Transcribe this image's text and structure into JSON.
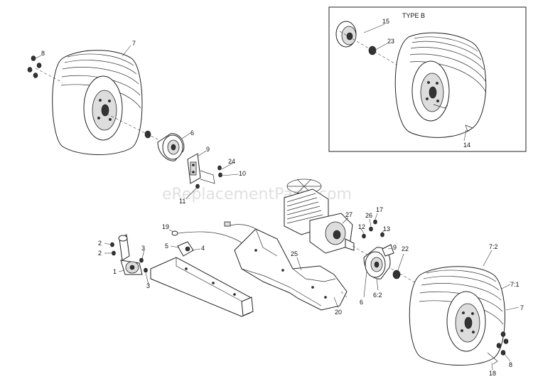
{
  "watermark": "eReplacementParts.com",
  "inset": {
    "title": "TYPE B"
  },
  "callouts": {
    "c1": "1",
    "c2a": "2",
    "c2b": "2",
    "c3a": "3",
    "c3b": "3",
    "c4": "4",
    "c5": "5",
    "c6a": "6",
    "c6b": "6",
    "c6_2": "6:2",
    "c7a": "7",
    "c7b": "7",
    "c7_1": "7:1",
    "c7_2": "7:2",
    "c8a": "8",
    "c8b": "8",
    "c9a": "9",
    "c9b": "9",
    "c10": "10",
    "c11": "11",
    "c12": "12",
    "c13": "13",
    "c14": "14",
    "c15": "15",
    "c17": "17",
    "c18": "18",
    "c19": "19",
    "c20": "20",
    "c22": "22",
    "c23": "23",
    "c24": "24",
    "c25": "25",
    "c26": "26",
    "c27": "27"
  }
}
